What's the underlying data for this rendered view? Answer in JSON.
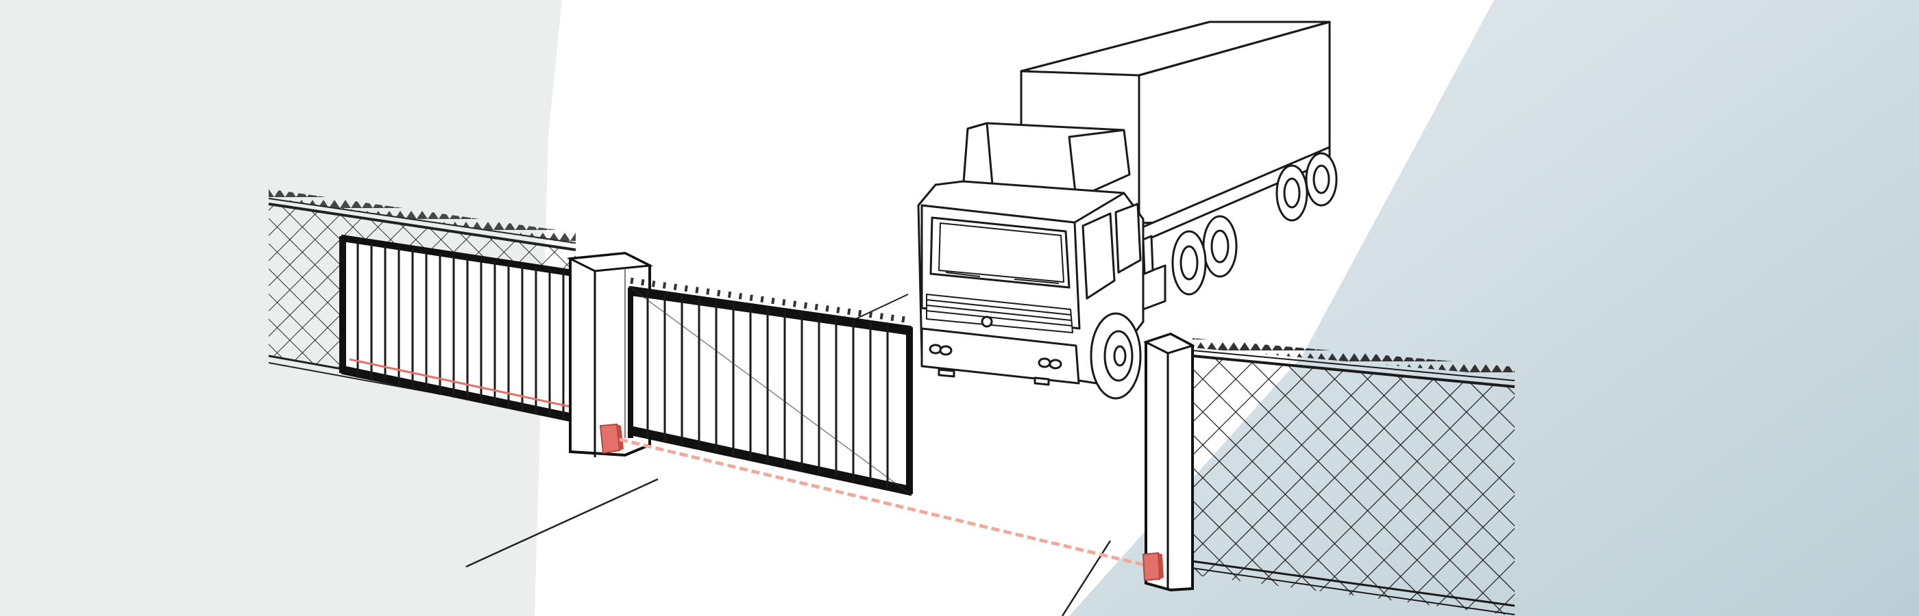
{
  "scene": {
    "colors": {
      "background_left": "#eceeee",
      "background_center": "#ffffff",
      "background_right": "#c3d3da",
      "line": "#222222",
      "sensor_red": "#e4706a",
      "beam": "#f0a99a",
      "post_fill": "#ffffff"
    },
    "elements": [
      "chain-link-fence-left",
      "sliding-gate-retracted",
      "gate-drive-post",
      "sliding-gate-closing",
      "truck",
      "receiver-post",
      "chain-link-fence-right",
      "photoelectric-transmitter",
      "photoelectric-receiver",
      "light-beam"
    ]
  }
}
